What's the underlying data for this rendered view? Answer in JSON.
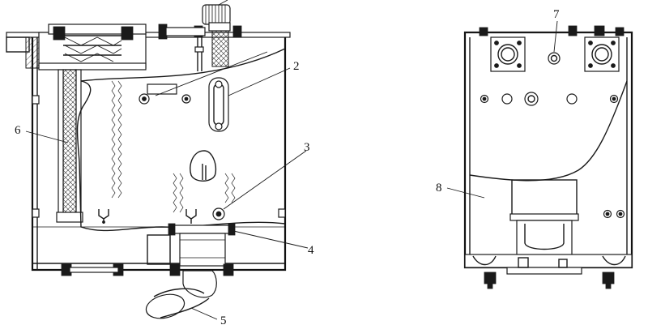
{
  "callouts": [
    {
      "id": "2",
      "label": "2"
    },
    {
      "id": "3",
      "label": "3"
    },
    {
      "id": "4",
      "label": "4"
    },
    {
      "id": "5",
      "label": "5"
    },
    {
      "id": "6",
      "label": "6"
    },
    {
      "id": "7",
      "label": "7"
    },
    {
      "id": "8",
      "label": "8"
    }
  ]
}
